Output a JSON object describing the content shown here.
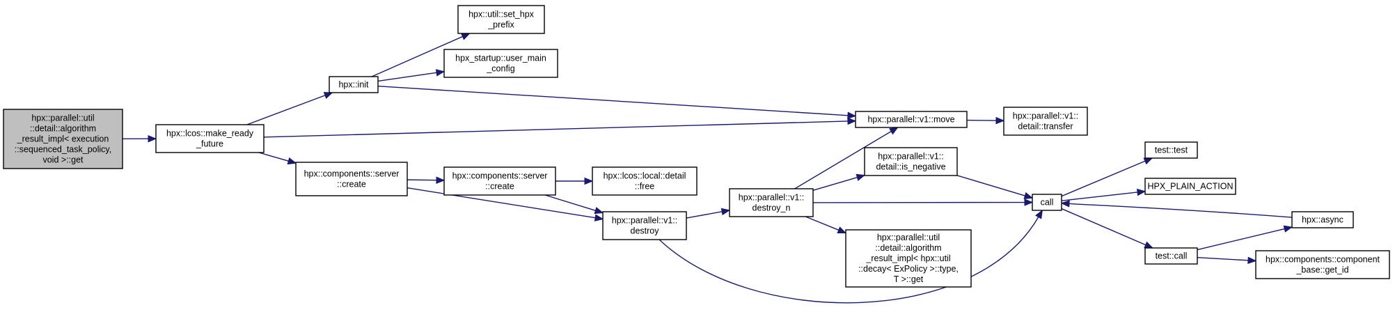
{
  "graph": {
    "nodes": [
      {
        "id": "root",
        "lines": [
          "hpx::parallel::util",
          "::detail::algorithm",
          "_result_impl< execution",
          "::sequenced_task_policy,",
          "void >::get"
        ],
        "highlight": true
      },
      {
        "id": "make_ready_future",
        "lines": [
          "hpx::lcos::make_ready",
          "_future"
        ]
      },
      {
        "id": "init",
        "lines": [
          "hpx::init"
        ]
      },
      {
        "id": "set_hpx_prefix",
        "lines": [
          "hpx::util::set_hpx",
          "_prefix"
        ]
      },
      {
        "id": "user_main_config",
        "lines": [
          "hpx_startup::user_main",
          "_config"
        ]
      },
      {
        "id": "move",
        "lines": [
          "hpx::parallel::v1::move"
        ]
      },
      {
        "id": "transfer",
        "lines": [
          "hpx::parallel::v1::",
          "detail::transfer"
        ]
      },
      {
        "id": "server_create_1",
        "lines": [
          "hpx::components::server",
          "::create"
        ]
      },
      {
        "id": "server_create_2",
        "lines": [
          "hpx::components::server",
          "::create"
        ]
      },
      {
        "id": "local_free",
        "lines": [
          "hpx::lcos::local::detail",
          "::free"
        ]
      },
      {
        "id": "destroy",
        "lines": [
          "hpx::parallel::v1::",
          "destroy"
        ]
      },
      {
        "id": "destroy_n",
        "lines": [
          "hpx::parallel::v1::",
          "destroy_n"
        ]
      },
      {
        "id": "is_negative",
        "lines": [
          "hpx::parallel::v1::",
          "detail::is_negative"
        ]
      },
      {
        "id": "algorithm_result_get",
        "lines": [
          "hpx::parallel::util",
          "::detail::algorithm",
          "_result_impl< hpx::util",
          "::decay< ExPolicy >::type,",
          "T >::get"
        ]
      },
      {
        "id": "call",
        "lines": [
          "call"
        ]
      },
      {
        "id": "test_test",
        "lines": [
          "test::test"
        ]
      },
      {
        "id": "plain_action",
        "lines": [
          "HPX_PLAIN_ACTION"
        ]
      },
      {
        "id": "test_call",
        "lines": [
          "test::call"
        ]
      },
      {
        "id": "async",
        "lines": [
          "hpx::async"
        ]
      },
      {
        "id": "get_id",
        "lines": [
          "hpx::components::component",
          "_base::get_id"
        ]
      }
    ],
    "edges": [
      {
        "from": "root",
        "to": "make_ready_future"
      },
      {
        "from": "make_ready_future",
        "to": "init"
      },
      {
        "from": "make_ready_future",
        "to": "move"
      },
      {
        "from": "make_ready_future",
        "to": "server_create_1"
      },
      {
        "from": "init",
        "to": "set_hpx_prefix"
      },
      {
        "from": "init",
        "to": "user_main_config"
      },
      {
        "from": "init",
        "to": "move"
      },
      {
        "from": "move",
        "to": "transfer"
      },
      {
        "from": "server_create_1",
        "to": "server_create_2"
      },
      {
        "from": "server_create_1",
        "to": "destroy"
      },
      {
        "from": "server_create_2",
        "to": "local_free"
      },
      {
        "from": "server_create_2",
        "to": "destroy"
      },
      {
        "from": "destroy",
        "to": "destroy_n"
      },
      {
        "from": "destroy",
        "to": "call"
      },
      {
        "from": "destroy_n",
        "to": "move"
      },
      {
        "from": "destroy_n",
        "to": "is_negative"
      },
      {
        "from": "destroy_n",
        "to": "call"
      },
      {
        "from": "destroy_n",
        "to": "algorithm_result_get"
      },
      {
        "from": "is_negative",
        "to": "call"
      },
      {
        "from": "call",
        "to": "test_test"
      },
      {
        "from": "call",
        "to": "plain_action"
      },
      {
        "from": "call",
        "to": "test_call"
      },
      {
        "from": "test_call",
        "to": "async"
      },
      {
        "from": "test_call",
        "to": "get_id"
      },
      {
        "from": "async",
        "to": "call"
      }
    ],
    "colors": {
      "edge": "#191970",
      "root_fill": "#bfbfbf",
      "node_fill": "#ffffff",
      "node_border": "#000000"
    }
  }
}
